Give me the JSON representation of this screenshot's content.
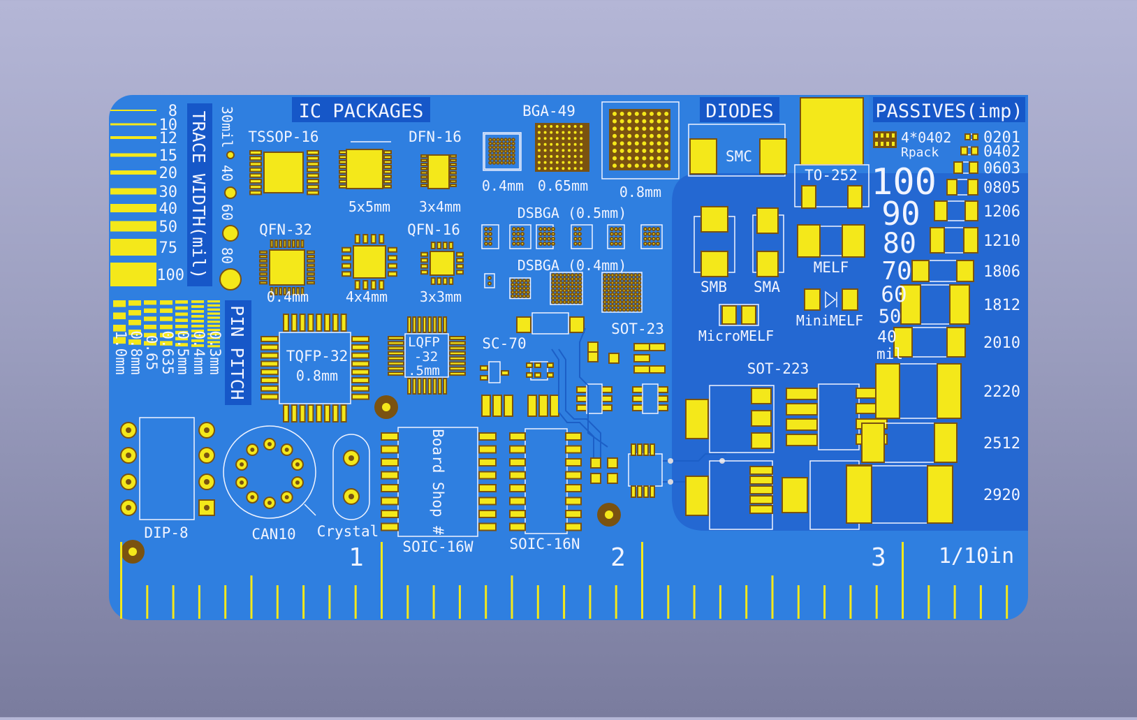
{
  "colors": {
    "board": "#2f7fe0",
    "board_dark": "#2167cf",
    "pad": "#f4e81a",
    "pad_edge": "#7a5210",
    "silkscreen": "#f1f4ff",
    "label_box": "#1657c8"
  },
  "headers": {
    "ic_packages": "IC PACKAGES",
    "diodes": "DIODES",
    "passives": "PASSIVES(imp)",
    "trace_width": "TRACE WIDTH(mil)",
    "pin_pitch": "PIN PITCH"
  },
  "trace_widths": [
    "8",
    "10",
    "12",
    "15",
    "20",
    "30",
    "40",
    "50",
    "75",
    "100"
  ],
  "via_sizes": [
    "30mil",
    "40",
    "60",
    "80"
  ],
  "pin_pitches": [
    "1.0mm",
    "0.8mm",
    "0.65",
    "0.635",
    "0.5mm",
    "0.4mm",
    "0.3mm"
  ],
  "ic_labels": {
    "tssop16": "TSSOP-16",
    "dfn16": "DFN-16",
    "dfn_5x5": "5x5mm",
    "dfn_3x4": "3x4mm",
    "bga49": "BGA-49",
    "bga_04": "0.4mm",
    "bga_065": "0.65mm",
    "bga_08": "0.8mm",
    "qfn32": "QFN-32",
    "qfn16": "QFN-16",
    "qfn_04": "0.4mm",
    "qfn_4x4": "4x4mm",
    "qfn_3x3": "3x3mm",
    "dsbga_05": "DSBGA (0.5mm)",
    "dsbga_04": "DSBGA (0.4mm)",
    "tqfp32": "TQFP-32",
    "tqfp_08": "0.8mm",
    "lqfp": "LQFP",
    "lqfp_32": "-32",
    "lqfp_05": ".5mm",
    "sc70": "SC-70",
    "sot23": "SOT-23",
    "dip8": "DIP-8",
    "can10": "CAN10",
    "crystal": "Crystal",
    "soic16w": "SOIC-16W",
    "soic16n": "SOIC-16N",
    "board_shop": "Board Shop #"
  },
  "diode_labels": {
    "smc": "SMC",
    "smb": "SMB",
    "sma": "SMA",
    "to252": "TO-252",
    "melf": "MELF",
    "minimelf": "MiniMELF",
    "micromelf": "MicroMELF",
    "sot223": "SOT-223"
  },
  "passive_labels": {
    "rpack": "4*0402",
    "rpack_sub": "Rpack",
    "sizes": [
      "0201",
      "0402",
      "0603",
      "0805",
      "1206",
      "1210",
      "1806",
      "1812",
      "2010",
      "2220",
      "2512",
      "2920"
    ],
    "pad_widths": [
      "100",
      "90",
      "80",
      "70",
      "60",
      "50",
      "40"
    ],
    "pad_unit": "mil"
  },
  "ruler": {
    "numbers": [
      "1",
      "2",
      "3"
    ],
    "unit": "1/10in"
  }
}
